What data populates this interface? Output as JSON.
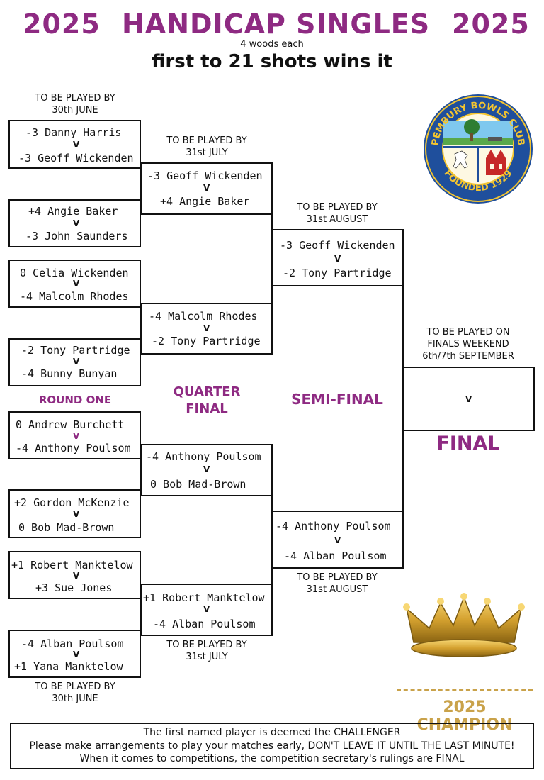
{
  "header": {
    "year_left": "2025",
    "title": "HANDICAP SINGLES",
    "year_right": "2025",
    "woods": "4 woods each",
    "rule": "first to 21 shots wins it"
  },
  "notes": {
    "r1_top": [
      "TO BE PLAYED BY",
      "30th JUNE"
    ],
    "r1_bottom": [
      "TO BE PLAYED BY",
      "30th JUNE"
    ],
    "qf_top": [
      "TO BE PLAYED BY",
      "31st JULY"
    ],
    "qf_bottom": [
      "TO BE PLAYED BY",
      "31st JULY"
    ],
    "sf_top": [
      "TO BE PLAYED BY",
      "31st AUGUST"
    ],
    "sf_bottom": [
      "TO BE PLAYED BY",
      "31st AUGUST"
    ],
    "final": [
      "TO BE PLAYED ON",
      "FINALS WEEKEND",
      "6th/7th SEPTEMBER"
    ]
  },
  "rounds": {
    "round_one": "ROUND ONE",
    "quarter_1": "QUARTER",
    "quarter_2": "FINAL",
    "semi": "SEMI-FINAL",
    "final": "FINAL"
  },
  "round_one": [
    {
      "p1": "-3  Danny Harris",
      "vs": "V",
      "p2": "-3  Geoff Wickenden"
    },
    {
      "p1": "+4  Angie Baker",
      "vs": "V",
      "p2": "-3  John Saunders"
    },
    {
      "p1": "0  Celia Wickenden",
      "vs": "V",
      "p2": "-4  Malcolm Rhodes"
    },
    {
      "p1": "-2  Tony Partridge",
      "vs": "V",
      "p2": "-4  Bunny Bunyan"
    },
    {
      "p1": "0  Andrew Burchett",
      "vs": "V",
      "p2": "-4  Anthony Poulsom"
    },
    {
      "p1": "+2  Gordon McKenzie",
      "vs": "V",
      "p2": "0  Bob Mad-Brown"
    },
    {
      "p1": "+1  Robert Manktelow",
      "vs": "V",
      "p2": "+3  Sue Jones"
    },
    {
      "p1": "-4  Alban Poulsom",
      "vs": "V",
      "p2": "+1  Yana Manktelow"
    }
  ],
  "quarter_finals": [
    {
      "p1": "-3  Geoff Wickenden",
      "vs": "V",
      "p2": "+4  Angie Baker"
    },
    {
      "p1": "-4  Malcolm Rhodes",
      "vs": "V",
      "p2": "-2  Tony Partridge"
    },
    {
      "p1": "-4  Anthony Poulsom",
      "vs": "V",
      "p2": "0  Bob Mad-Brown"
    },
    {
      "p1": "+1  Robert Manktelow",
      "vs": "V",
      "p2": "-4  Alban Poulsom"
    }
  ],
  "semi_finals": [
    {
      "p1": "-3  Geoff Wickenden",
      "vs": "V",
      "p2": "-2  Tony Partridge"
    },
    {
      "p1": "-4  Anthony Poulsom",
      "vs": "V",
      "p2": "-4  Alban Poulsom"
    }
  ],
  "final_match": {
    "vs": "V"
  },
  "logo": {
    "top_text": "PEMBURY BOWLS CLUB",
    "bottom_text": "FOUNDED 1929"
  },
  "champion": "2025 CHAMPION",
  "footer": [
    "The first named player is deemed the CHALLENGER",
    "Please make arrangements to play your matches early, DON'T LEAVE IT UNTIL THE LAST MINUTE!",
    "When it comes to competitions, the competition secretary's rulings are FINAL"
  ],
  "colors": {
    "accent": "#8e2a82",
    "gold": "#c9a24a",
    "logo_blue": "#1f4f9c",
    "logo_yellow": "#f3c430"
  }
}
